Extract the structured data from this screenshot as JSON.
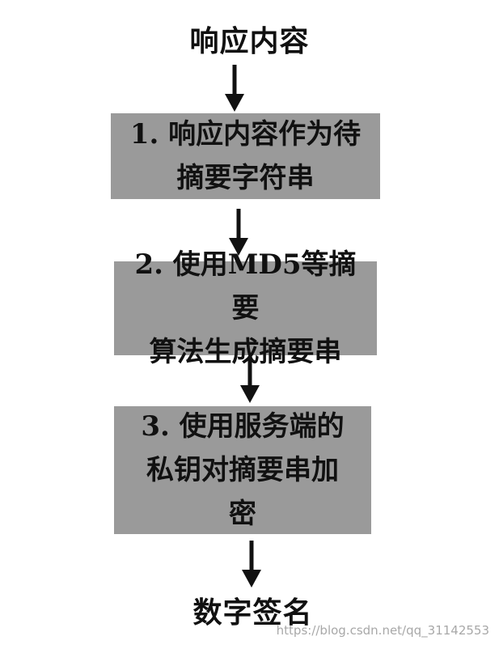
{
  "diagram": {
    "start_label": "响应内容",
    "steps": [
      {
        "label": "1. 响应内容作为待\n摘要字符串"
      },
      {
        "label": "2. 使用MD5等摘要\n算法生成摘要串"
      },
      {
        "label": "3. 使用服务端的\n私钥对摘要串加\n密"
      }
    ],
    "end_label": "数字签名"
  },
  "watermark": "https://blog.csdn.net/qq_31142553",
  "colors": {
    "box_fill": "#9a9a9a",
    "arrow": "#111111",
    "text": "#111111",
    "background": "#ffffff"
  }
}
